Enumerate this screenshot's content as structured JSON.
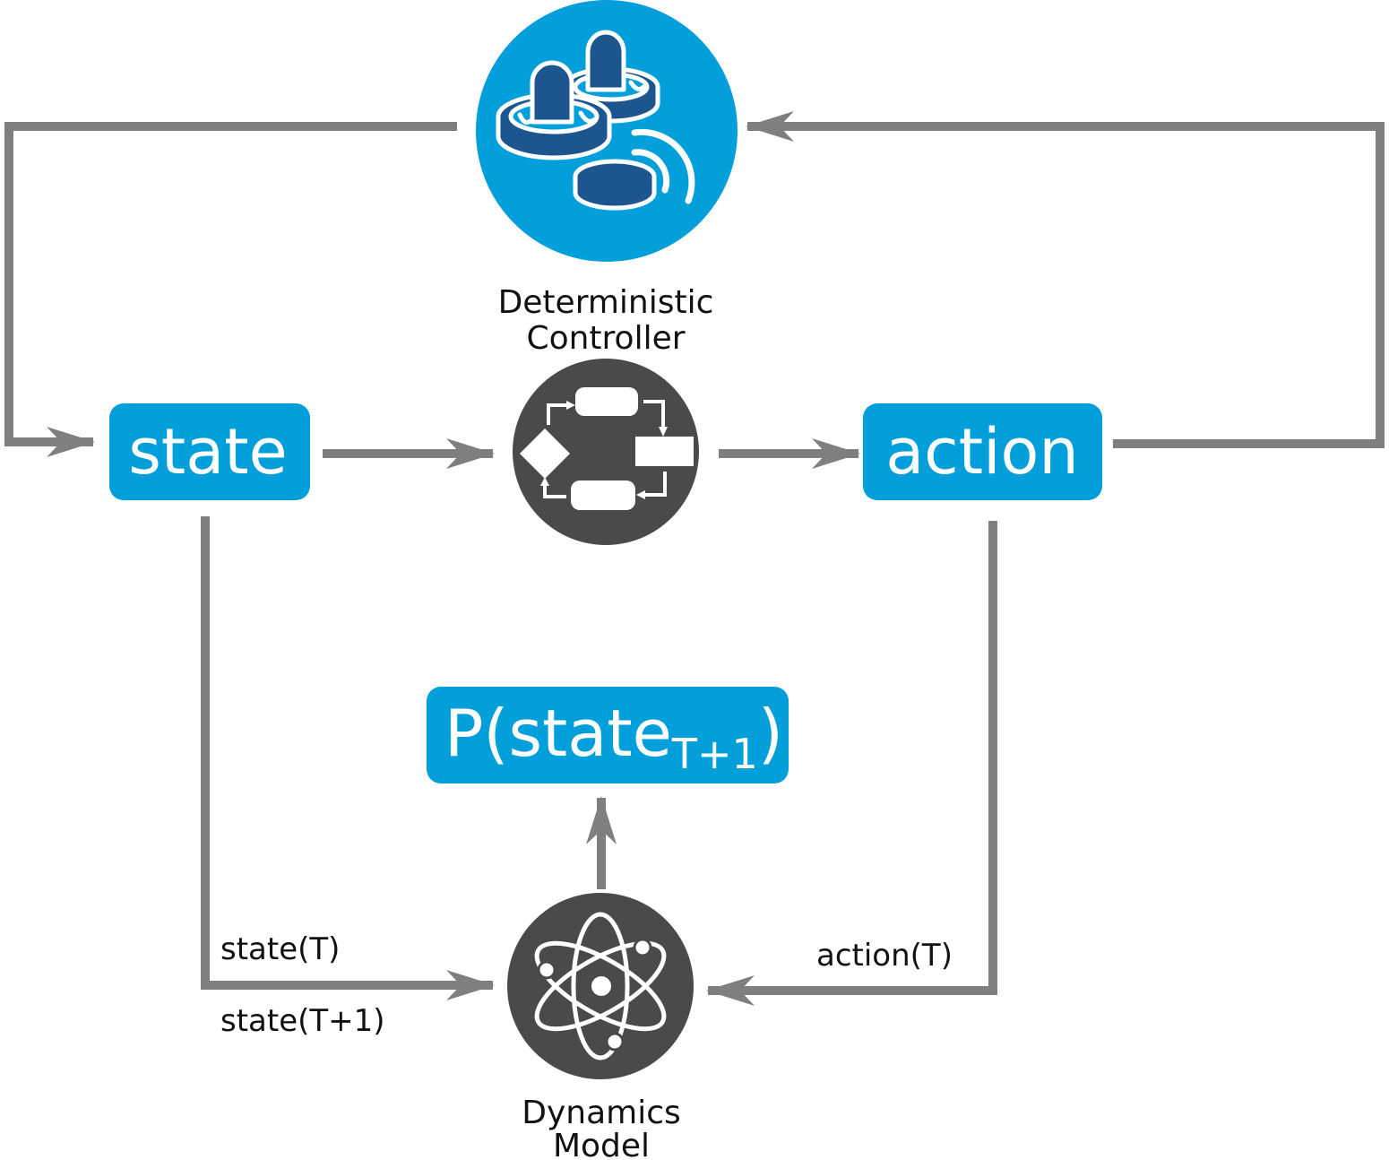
{
  "nodes": {
    "state": {
      "label": "state"
    },
    "action": {
      "label": "action"
    },
    "prediction": {
      "label_main": "P(state",
      "label_sub": "T+1",
      "label_close": ")"
    },
    "controller": {
      "caption_line1": "Deterministic",
      "caption_line2": "Controller"
    },
    "dynamics": {
      "caption_line1": "Dynamics",
      "caption_line2": "Model"
    }
  },
  "edges": {
    "state_t": "state(T)",
    "state_t1": "state(T+1)",
    "action_t": "action(T)"
  },
  "icons": {
    "controller": "joystick-controller-icon",
    "flowchart": "flowchart-icon",
    "dynamics": "atom-icon"
  },
  "colors": {
    "node_blue": "#039fdb",
    "icon_dark": "#4a4a4a",
    "joystick_blue": "#1d568f",
    "arrow_gray": "#7f7f7f",
    "white": "#ffffff"
  }
}
